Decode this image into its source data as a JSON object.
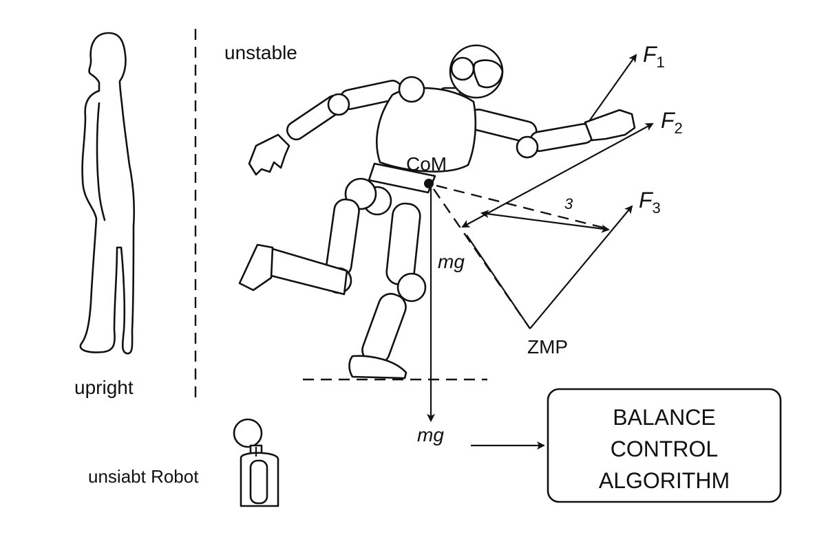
{
  "labels": {
    "upright": "upright",
    "unstable": "unstable",
    "com": "CoM",
    "mg_upper": "mg",
    "mg_lower": "mg",
    "zmp": "ZMP",
    "unstable_robot": "unsiabt Robot",
    "small_symbol": "3",
    "forces": [
      {
        "base": "F",
        "sub": "1"
      },
      {
        "base": "F",
        "sub": "2"
      },
      {
        "base": "F",
        "sub": "3"
      }
    ]
  },
  "balance_box": {
    "line1": "BALANCE",
    "line2": "CONTROL",
    "line3": "ALGORITHM"
  },
  "colors": {
    "ink": "#111111",
    "background": "#ffffff"
  }
}
